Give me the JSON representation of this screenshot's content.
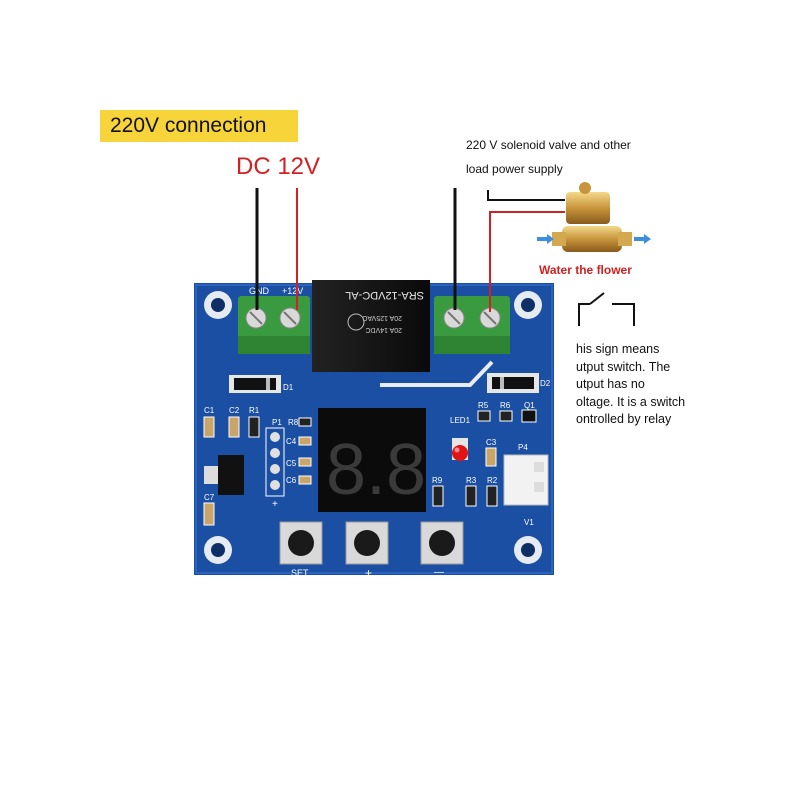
{
  "banner": {
    "text": "220V connection"
  },
  "supply": {
    "label": "DC 12V"
  },
  "load": {
    "line1": "220 V solenoid valve and other",
    "line2": "load power supply",
    "caption": "Water the flower"
  },
  "note": {
    "lines": [
      "his sign means",
      "utput switch. The",
      "utput has no",
      "oltage. It is a switch",
      "ontrolled by relay"
    ]
  },
  "board": {
    "pin_gnd": "GND",
    "pin_12v": "+12V",
    "relay_model": "SRA-12VDC-AL",
    "relay_rating1": "20A 125VAC",
    "relay_rating2": "20A 14VDC",
    "d1": "D1",
    "d2": "D2",
    "c1": "C1",
    "c2": "C2",
    "r1": "R1",
    "c7": "C7",
    "p1": "P1",
    "r8": "R8",
    "c4": "C4",
    "c5": "C5",
    "c6": "C6",
    "plus_mark": "+",
    "led1": "LED1",
    "r5": "R5",
    "r6": "R6",
    "q1": "Q1",
    "c3": "C3",
    "r3": "R3",
    "r2": "R2",
    "r9": "R9",
    "p4": "P4",
    "v1": "V1",
    "display": "8.8.",
    "btn_set": "SET",
    "btn_plus": "+",
    "btn_minus": "—"
  },
  "colors": {
    "pcb": "#1a4fa3",
    "terminal": "#3a9a3f",
    "relay": "#111111",
    "highlight": "#f7d53a",
    "accent_red": "#d42020"
  },
  "icons": [
    "switch-symbol-icon",
    "solenoid-valve-icon",
    "water-flow-arrow-icon",
    "mounting-hole-icon"
  ]
}
